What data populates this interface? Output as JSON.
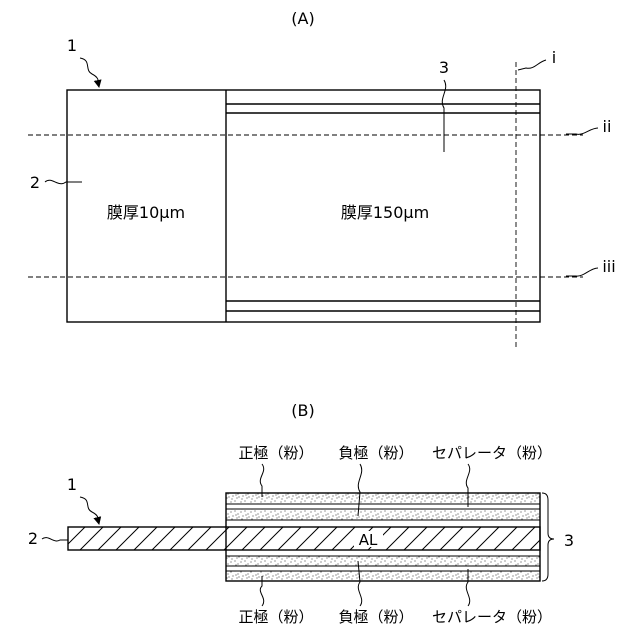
{
  "figure_a": {
    "label": "(A)",
    "ref_1": "1",
    "ref_2": "2",
    "ref_3": "3",
    "line_i": "i",
    "line_ii": "ii",
    "line_iii": "iii",
    "foil_thickness": "膜厚10μm",
    "electrode_thickness": "膜厚150μm"
  },
  "figure_b": {
    "label": "(B)",
    "ref_1": "1",
    "ref_2": "2",
    "ref_3": "3",
    "foil_label": "AL",
    "top_labels": [
      "正極（粉）",
      "負極（粉）",
      "セパレータ（粉）"
    ],
    "bottom_labels": [
      "正極（粉）",
      "負極（粉）",
      "セパレータ（粉）"
    ]
  }
}
